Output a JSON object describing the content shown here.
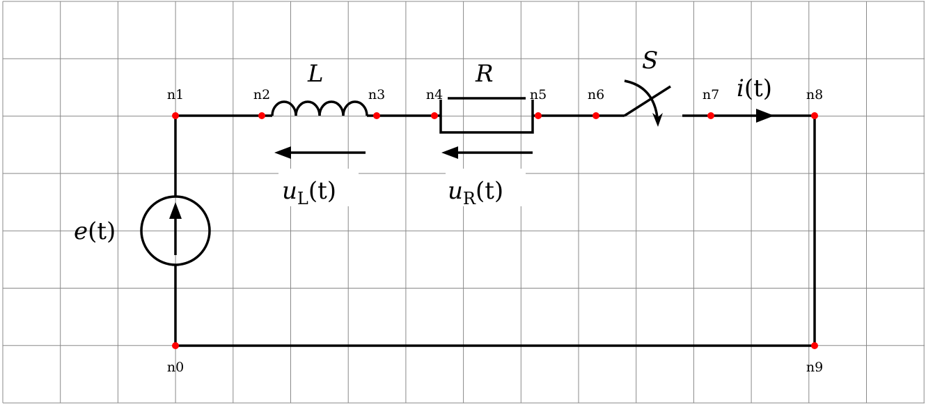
{
  "diagram": {
    "title": "RL circuit with switch",
    "nodes": [
      "n0",
      "n1",
      "n2",
      "n3",
      "n4",
      "n5",
      "n6",
      "n7",
      "n8",
      "n9"
    ],
    "components": {
      "source": {
        "label_var": "e",
        "label_arg": "(t)"
      },
      "inductor": {
        "label": "L"
      },
      "resistor": {
        "label": "R"
      },
      "switch": {
        "label": "S"
      },
      "current": {
        "label_var": "i",
        "label_arg": "(t)"
      },
      "inductor_voltage": {
        "var": "u",
        "sub": "L",
        "arg": "(t)"
      },
      "resistor_voltage": {
        "var": "u",
        "sub": "R",
        "arg": "(t)"
      }
    },
    "colors": {
      "node": "#ff0000",
      "grid": "#888888",
      "wire": "#000000"
    }
  }
}
